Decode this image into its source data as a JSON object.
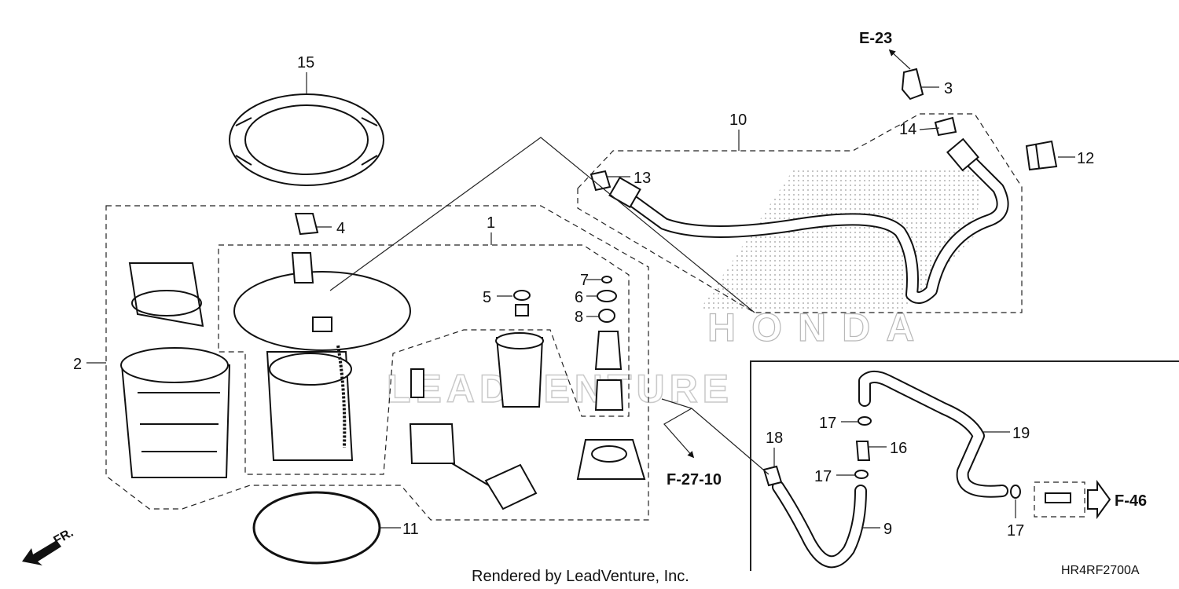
{
  "diagram": {
    "callouts": [
      {
        "id": "1",
        "label": "1"
      },
      {
        "id": "2",
        "label": "2"
      },
      {
        "id": "3",
        "label": "3"
      },
      {
        "id": "4",
        "label": "4"
      },
      {
        "id": "5",
        "label": "5"
      },
      {
        "id": "6",
        "label": "6"
      },
      {
        "id": "7",
        "label": "7"
      },
      {
        "id": "8",
        "label": "8"
      },
      {
        "id": "9",
        "label": "9"
      },
      {
        "id": "10",
        "label": "10"
      },
      {
        "id": "11",
        "label": "11"
      },
      {
        "id": "12",
        "label": "12"
      },
      {
        "id": "13",
        "label": "13"
      },
      {
        "id": "14",
        "label": "14"
      },
      {
        "id": "15",
        "label": "15"
      },
      {
        "id": "16",
        "label": "16"
      },
      {
        "id": "17a",
        "label": "17"
      },
      {
        "id": "17b",
        "label": "17"
      },
      {
        "id": "17c",
        "label": "17"
      },
      {
        "id": "18",
        "label": "18"
      },
      {
        "id": "19",
        "label": "19"
      }
    ],
    "references": {
      "e23": "E-23",
      "f2710": "F-27-10",
      "f46": "F-46"
    },
    "front_marker": "FR.",
    "footer": "Rendered by LeadVenture, Inc.",
    "diagram_code": "HR4RF2700A",
    "watermark_lead": "LEADVENTURE",
    "watermark_honda": "HONDA"
  }
}
